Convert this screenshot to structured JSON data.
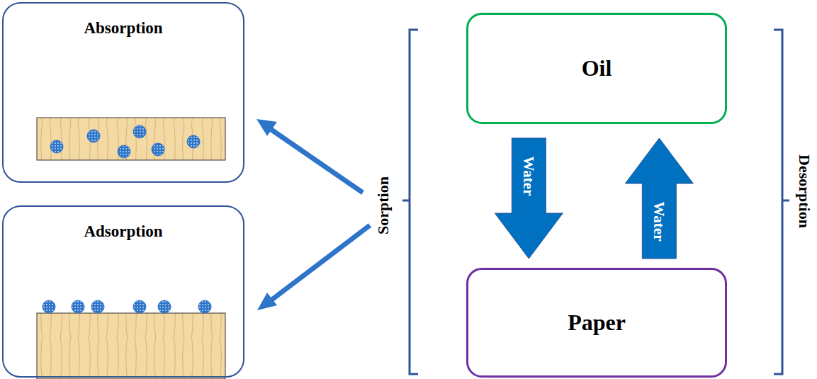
{
  "diagram": {
    "nodes": [
      {
        "text": [
          "Absorption"
        ]
      },
      {
        "text": [
          "Adsorption"
        ]
      },
      {
        "text": [
          "Oil"
        ]
      },
      {
        "text": [
          "Paper"
        ]
      }
    ],
    "edges": [
      {
        "from": 2,
        "to": 3,
        "arrow": "to",
        "label": "Water"
      },
      {
        "from": 3,
        "to": 2,
        "arrow": "to",
        "label": "Water"
      }
    ],
    "labels": [
      "Sorption",
      "Desorption"
    ]
  }
}
